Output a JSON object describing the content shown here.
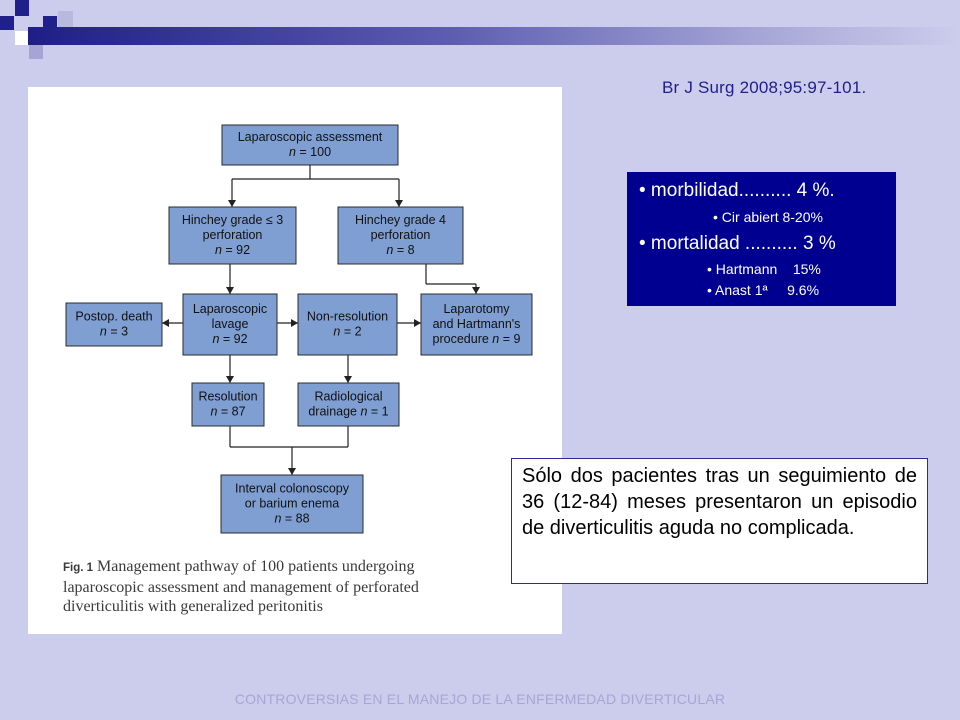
{
  "citation": "Br J Surg 2008;95:97-101.",
  "flowchart": {
    "boxes": {
      "assessment": [
        "Laparoscopic assessment",
        "n = 100"
      ],
      "hinchey3": [
        "Hinchey grade ≤ 3",
        "perforation",
        "n = 92"
      ],
      "hinchey4": [
        "Hinchey grade 4",
        "perforation",
        "n = 8"
      ],
      "death": [
        "Postop. death",
        "n = 3"
      ],
      "lavage": [
        "Laparoscopic",
        "lavage",
        "n = 92"
      ],
      "nonres": [
        "Non-resolution",
        "n = 2"
      ],
      "laparotomy": [
        "Laparotomy",
        "and Hartmann's",
        "procedure n = 9"
      ],
      "resolution": [
        "Resolution",
        "n = 87"
      ],
      "drainage": [
        "Radiological",
        "drainage n = 1"
      ],
      "colonoscopy": [
        "Interval colonoscopy",
        "or barium enema",
        "n = 88"
      ]
    },
    "caption_label": "Fig. 1",
    "caption_text": " Management pathway of 100 patients undergoing laparoscopic assessment and management of perforated diverticulitis with generalized peritonitis"
  },
  "stats": {
    "morbidity": "• morbilidad.......... 4 %.",
    "morbidity_sub": "• Cir abiert 8-20%",
    "mortality": "• mortalidad .......... 3 %",
    "mortality_sub1": "• Hartmann    15%",
    "mortality_sub2": "• Anast 1ª     9.6%"
  },
  "followup_text": "Sólo dos pacientes tras un seguimiento de 36 (12-84) meses presentaron un episodio de diverticulitis aguda no complicada.",
  "footer": "CONTROVERSIAS EN EL MANEJO DE LA ENFERMEDAD DIVERTICULAR",
  "colors": {
    "background": "#ccccec",
    "stats_box": "#000090",
    "flow_box": "#7f9fd3",
    "accent_dark": "#1e1e86"
  }
}
